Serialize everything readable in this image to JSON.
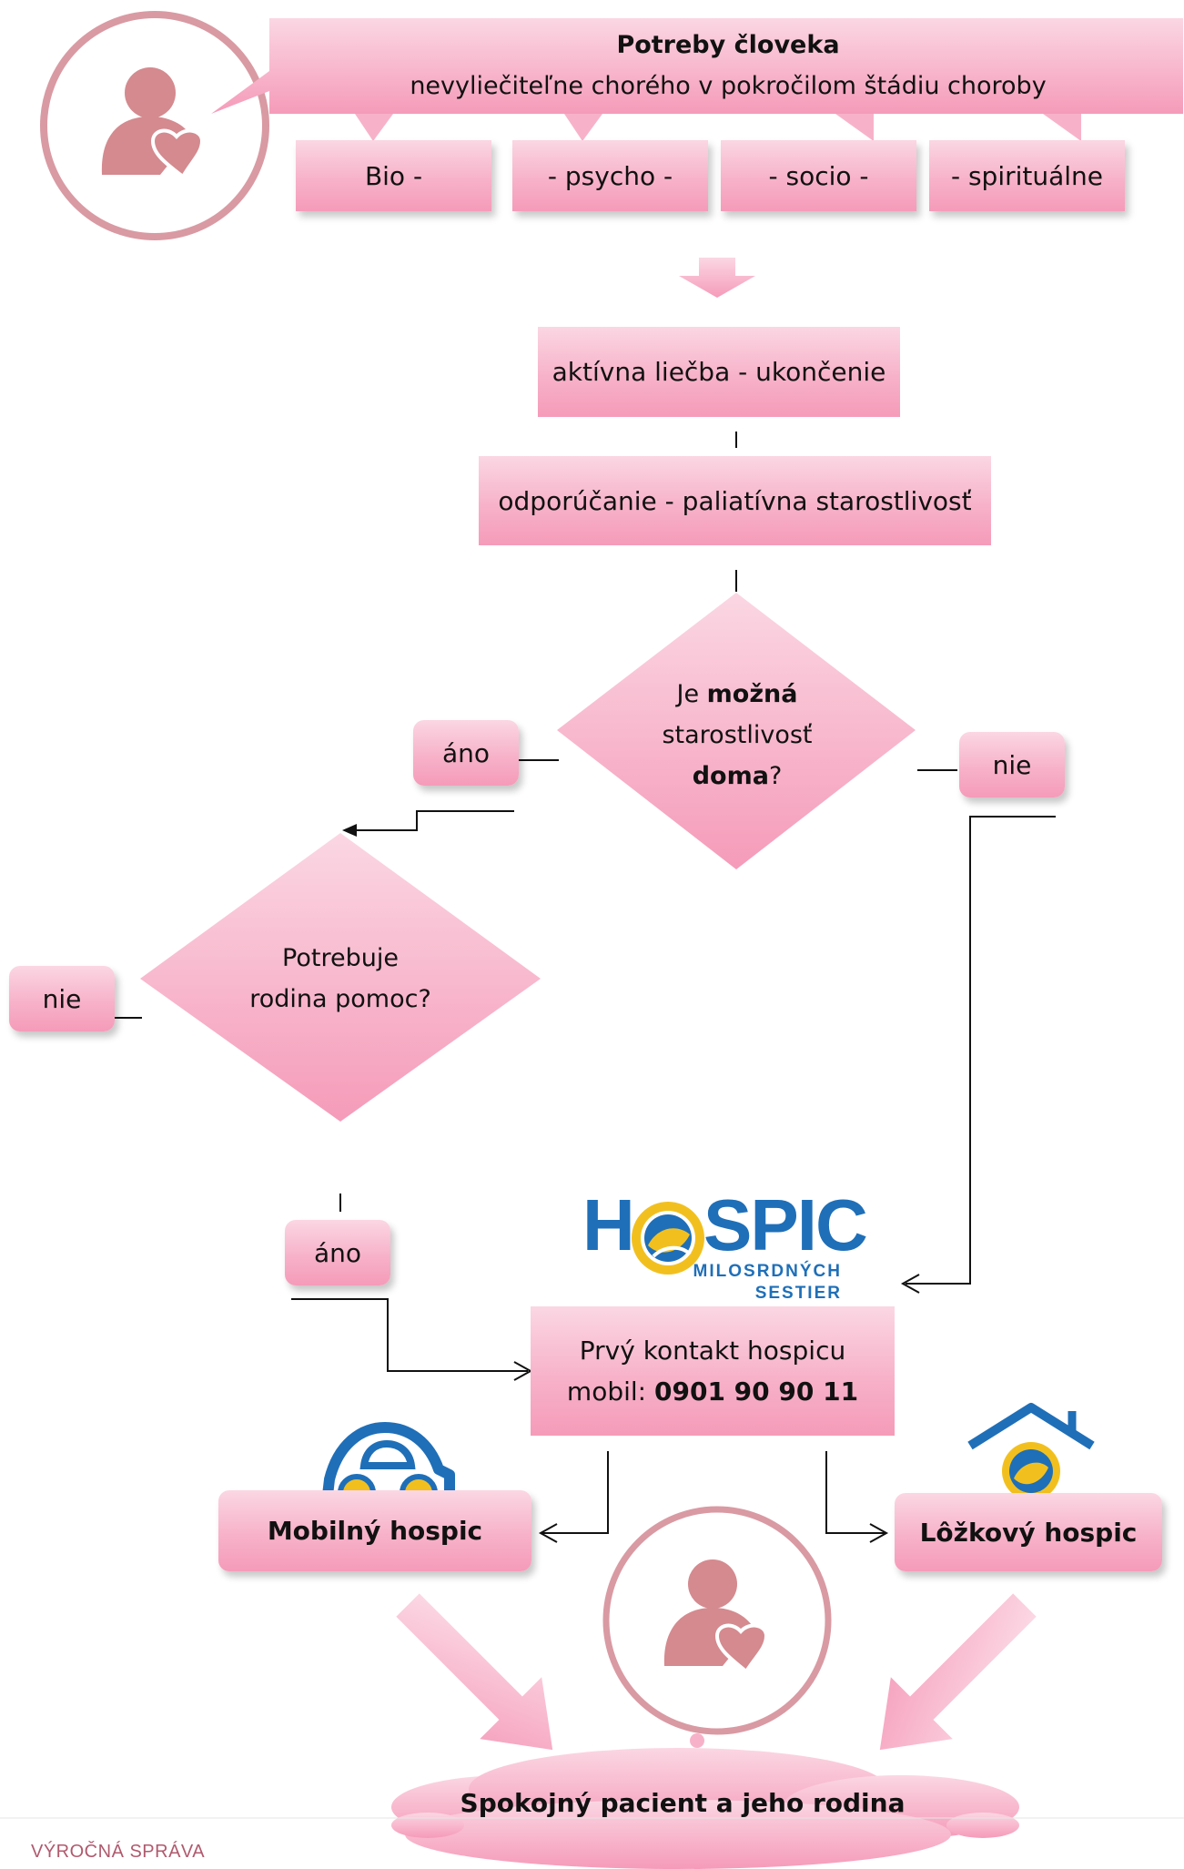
{
  "header": {
    "title": "Potreby človeka",
    "subtitle": "nevyliečiteľne chorého v pokročilom štádiu choroby"
  },
  "needs": [
    "Bio -",
    "- psycho -",
    "- socio -",
    "- spirituálne"
  ],
  "steps": {
    "treatment_end": "aktívna liečba - ukončenie",
    "recommendation": "odporúčanie  - paliatívna starostlivosť"
  },
  "decision_home": {
    "prefix": "Je ",
    "bold1": "možná",
    "line2": "starostlivosť",
    "bold2": "doma",
    "suffix": "?",
    "yes": "áno",
    "no": "nie"
  },
  "decision_family": {
    "line1": "Potrebuje",
    "line2": "rodina pomoc?",
    "no": "nie",
    "yes": "áno"
  },
  "hospice_logo": {
    "word_left": "H",
    "word_right": "SPIC",
    "sub1": "MILOSRDNÝCH",
    "sub2": "SESTIER"
  },
  "contact": {
    "line1": "Prvý kontakt hospicu",
    "mobile_label": "mobil: ",
    "mobile_number": "0901 90 90 11"
  },
  "services": {
    "mobile": "Mobilný hospic",
    "inpatient": "Lôžkový hospic"
  },
  "outcome": "Spokojný pacient a jeho rodina",
  "footer": "VÝROČNÁ SPRÁVA",
  "colors": {
    "pink_light": "#fbd7e3",
    "pink_dark": "#f59bb9",
    "circle": "#d99aa3",
    "person": "#d48a8f",
    "logo_blue": "#1f6fb8",
    "logo_yellow": "#f2c01e"
  }
}
